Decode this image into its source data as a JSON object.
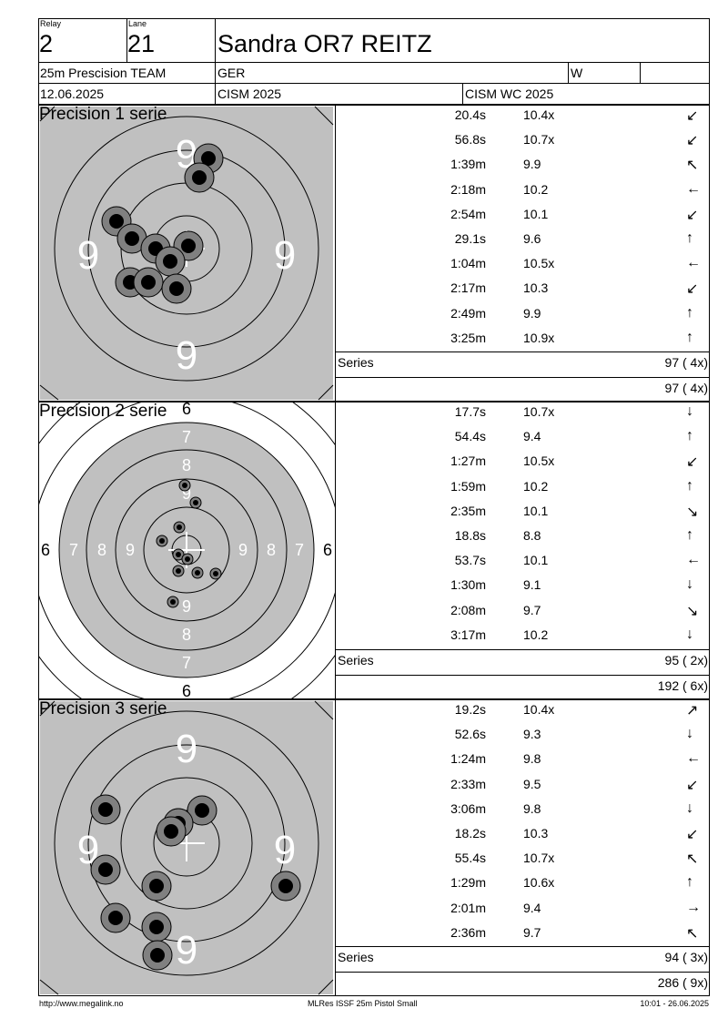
{
  "header": {
    "relay_label": "Relay",
    "relay_value": "2",
    "lane_label": "Lane",
    "lane_value": "21",
    "shooter_name": "Sandra OR7 REITZ",
    "event": "25m Prescision TEAM",
    "nation": "GER",
    "gender": "W",
    "date": "12.06.2025",
    "competition": "CISM 2025",
    "match": "CISM WC 2025"
  },
  "series": [
    {
      "title": "Precision 1 serie",
      "shots": [
        {
          "time": "20.4s",
          "score": "10.4x",
          "dir": "↙"
        },
        {
          "time": "56.8s",
          "score": "10.7x",
          "dir": "↙"
        },
        {
          "time": "1:39m",
          "score": "9.9",
          "dir": "↖"
        },
        {
          "time": "2:18m",
          "score": "10.2",
          "dir": "←"
        },
        {
          "time": "2:54m",
          "score": "10.1",
          "dir": "↙"
        },
        {
          "time": "29.1s",
          "score": "9.6",
          "dir": "↑"
        },
        {
          "time": "1:04m",
          "score": "10.5x",
          "dir": "←"
        },
        {
          "time": "2:17m",
          "score": "10.3",
          "dir": "↙"
        },
        {
          "time": "2:49m",
          "score": "9.9",
          "dir": "↑"
        },
        {
          "time": "3:25m",
          "score": "10.9x",
          "dir": "↑"
        }
      ],
      "series_label": "Series",
      "series_total": "97 ( 4x)",
      "running_total": "97 ( 4x)"
    },
    {
      "title": "Precision 2 serie",
      "shots": [
        {
          "time": "17.7s",
          "score": "10.7x",
          "dir": "↓"
        },
        {
          "time": "54.4s",
          "score": "9.4",
          "dir": "↑"
        },
        {
          "time": "1:27m",
          "score": "10.5x",
          "dir": "↙"
        },
        {
          "time": "1:59m",
          "score": "10.2",
          "dir": "↑"
        },
        {
          "time": "2:35m",
          "score": "10.1",
          "dir": "↘"
        },
        {
          "time": "18.8s",
          "score": "8.8",
          "dir": "↑"
        },
        {
          "time": "53.7s",
          "score": "10.1",
          "dir": "←"
        },
        {
          "time": "1:30m",
          "score": "9.1",
          "dir": "↓"
        },
        {
          "time": "2:08m",
          "score": "9.7",
          "dir": "↘"
        },
        {
          "time": "3:17m",
          "score": "10.2",
          "dir": "↓"
        }
      ],
      "series_label": "Series",
      "series_total": "95 ( 2x)",
      "running_total": "192 ( 6x)"
    },
    {
      "title": "Precision 3 serie",
      "shots": [
        {
          "time": "19.2s",
          "score": "10.4x",
          "dir": "↗"
        },
        {
          "time": "52.6s",
          "score": "9.3",
          "dir": "↓"
        },
        {
          "time": "1:24m",
          "score": "9.8",
          "dir": "←"
        },
        {
          "time": "2:33m",
          "score": "9.5",
          "dir": "↙"
        },
        {
          "time": "3:06m",
          "score": "9.8",
          "dir": "↓"
        },
        {
          "time": "18.2s",
          "score": "10.3",
          "dir": "↙"
        },
        {
          "time": "55.4s",
          "score": "10.7x",
          "dir": "↖"
        },
        {
          "time": "1:29m",
          "score": "10.6x",
          "dir": "↑"
        },
        {
          "time": "2:01m",
          "score": "9.4",
          "dir": "→"
        },
        {
          "time": "2:36m",
          "score": "9.7",
          "dir": "↖"
        }
      ],
      "series_label": "Series",
      "series_total": "94 ( 3x)",
      "running_total": "286 ( 9x)"
    }
  ],
  "targets": {
    "zoomed_ring_label": "9",
    "full_ring_labels": [
      "6",
      "7",
      "8",
      "9"
    ]
  },
  "footer": {
    "url": "http://www.megalink.no",
    "software": "MLRes ISSF 25m Pistol Small",
    "timestamp": "10:01 - 26.06.2025"
  }
}
